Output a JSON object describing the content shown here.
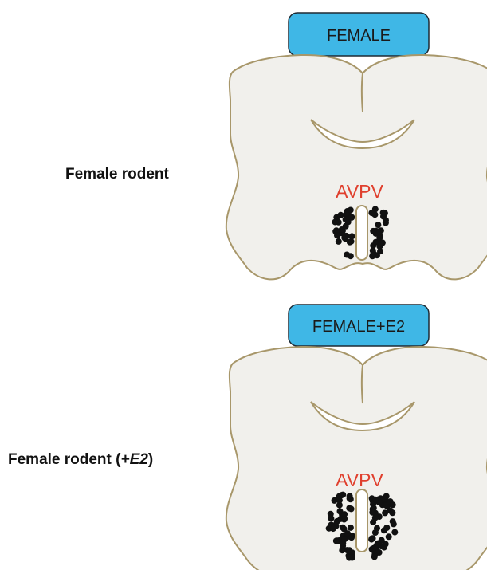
{
  "colors": {
    "badge_fill": "#3fb7e6",
    "badge_stroke": "#1f2a33",
    "brain_fill": "#f1f0ec",
    "brain_stroke": "#a8976a",
    "avpv_label": "#e0402e",
    "cell": "#111111"
  },
  "panels": [
    {
      "badge": "FEMALE",
      "row_label_plain": "Female rodent",
      "row_label_prefix": "",
      "row_label_italic": "",
      "row_label_suffix": "",
      "region_label": "AVPV",
      "cell_density": "low"
    },
    {
      "badge": "FEMALE+E2",
      "row_label_plain": "",
      "row_label_prefix": "Female rodent (",
      "row_label_italic": "+E2",
      "row_label_suffix": ")",
      "region_label": "AVPV",
      "cell_density": "high"
    }
  ]
}
